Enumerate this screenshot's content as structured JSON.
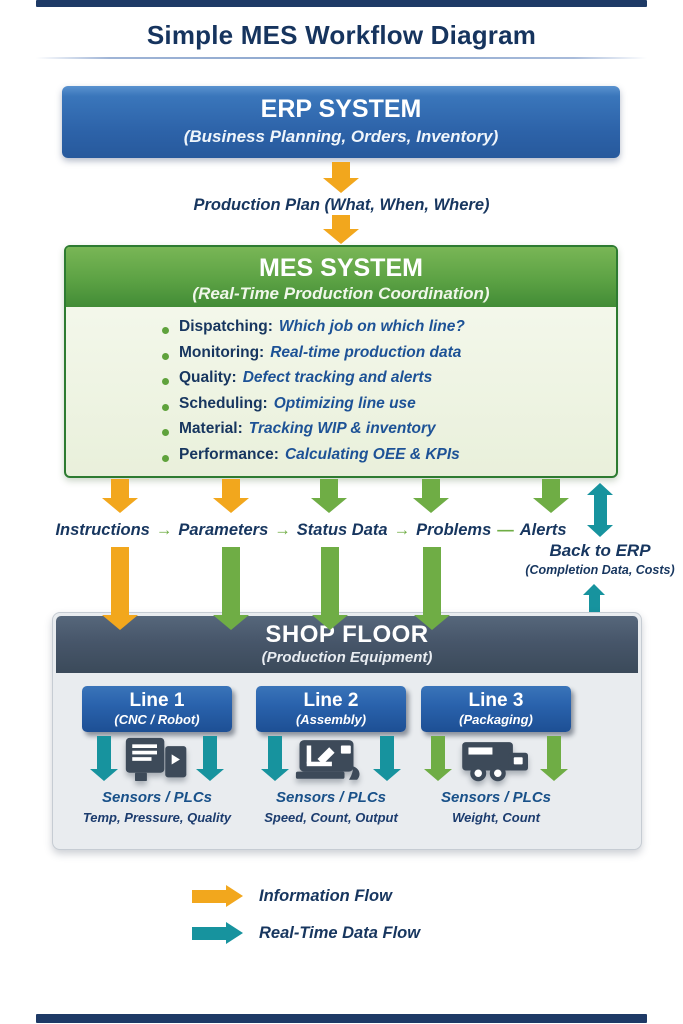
{
  "page": {
    "title": "Simple MES Workflow Diagram"
  },
  "erp_box": {
    "title": "ERP SYSTEM",
    "subtitle": "(Business Planning, Orders, Inventory)"
  },
  "erp_to_mes": {
    "label": "Production Plan (What, When, Where)"
  },
  "mes_box": {
    "title": "MES SYSTEM",
    "subtitle": "(Real-Time Production Coordination)",
    "functions": [
      {
        "term": "Dispatching:",
        "desc": "Which job on which line?"
      },
      {
        "term": "Monitoring:",
        "desc": "Real-time production data"
      },
      {
        "term": "Quality:",
        "desc": "Defect tracking and alerts"
      },
      {
        "term": "Scheduling:",
        "desc": "Optimizing line use"
      },
      {
        "term": "Material:",
        "desc": "Tracking WIP & inventory"
      },
      {
        "term": "Performance:",
        "desc": "Calculating OEE & KPIs"
      }
    ]
  },
  "mes_outputs": {
    "labels": [
      "Instructions",
      "Parameters",
      "Status Data",
      "Problems",
      "Alerts"
    ],
    "separators": [
      "→",
      "→",
      "→",
      "—"
    ]
  },
  "back_to_erp": {
    "title": "Back to ERP",
    "subtitle": "(Completion Data, Costs)"
  },
  "shop_floor": {
    "title": "SHOP FLOOR",
    "subtitle": "(Production Equipment)",
    "lines": [
      {
        "name": "Line 1",
        "type": "(CNC / Robot)",
        "sensors_label": "Sensors / PLCs",
        "metrics": "Temp, Pressure, Quality",
        "icon": "cnc-machine-icon"
      },
      {
        "name": "Line 2",
        "type": "(Assembly)",
        "sensors_label": "Sensors / PLCs",
        "metrics": "Speed, Count, Output",
        "icon": "assembly-machine-icon"
      },
      {
        "name": "Line 3",
        "type": "(Packaging)",
        "sensors_label": "Sensors / PLCs",
        "metrics": "Weight, Count",
        "icon": "delivery-truck-icon"
      }
    ]
  },
  "legend": {
    "items": [
      {
        "label": "Information Flow",
        "color": "#F2A71D"
      },
      {
        "label": "Real-Time Data Flow",
        "color": "#17939E"
      }
    ]
  },
  "colors": {
    "title_navy": "#16345E",
    "text_navy": "#17365F",
    "erp_blue": "#2D63A9",
    "mes_green": "#4E9A3E",
    "info_flow_orange": "#F2A71D",
    "realtime_teal": "#17939E",
    "status_green": "#6FAD45",
    "shop_slate": "#47566A"
  }
}
